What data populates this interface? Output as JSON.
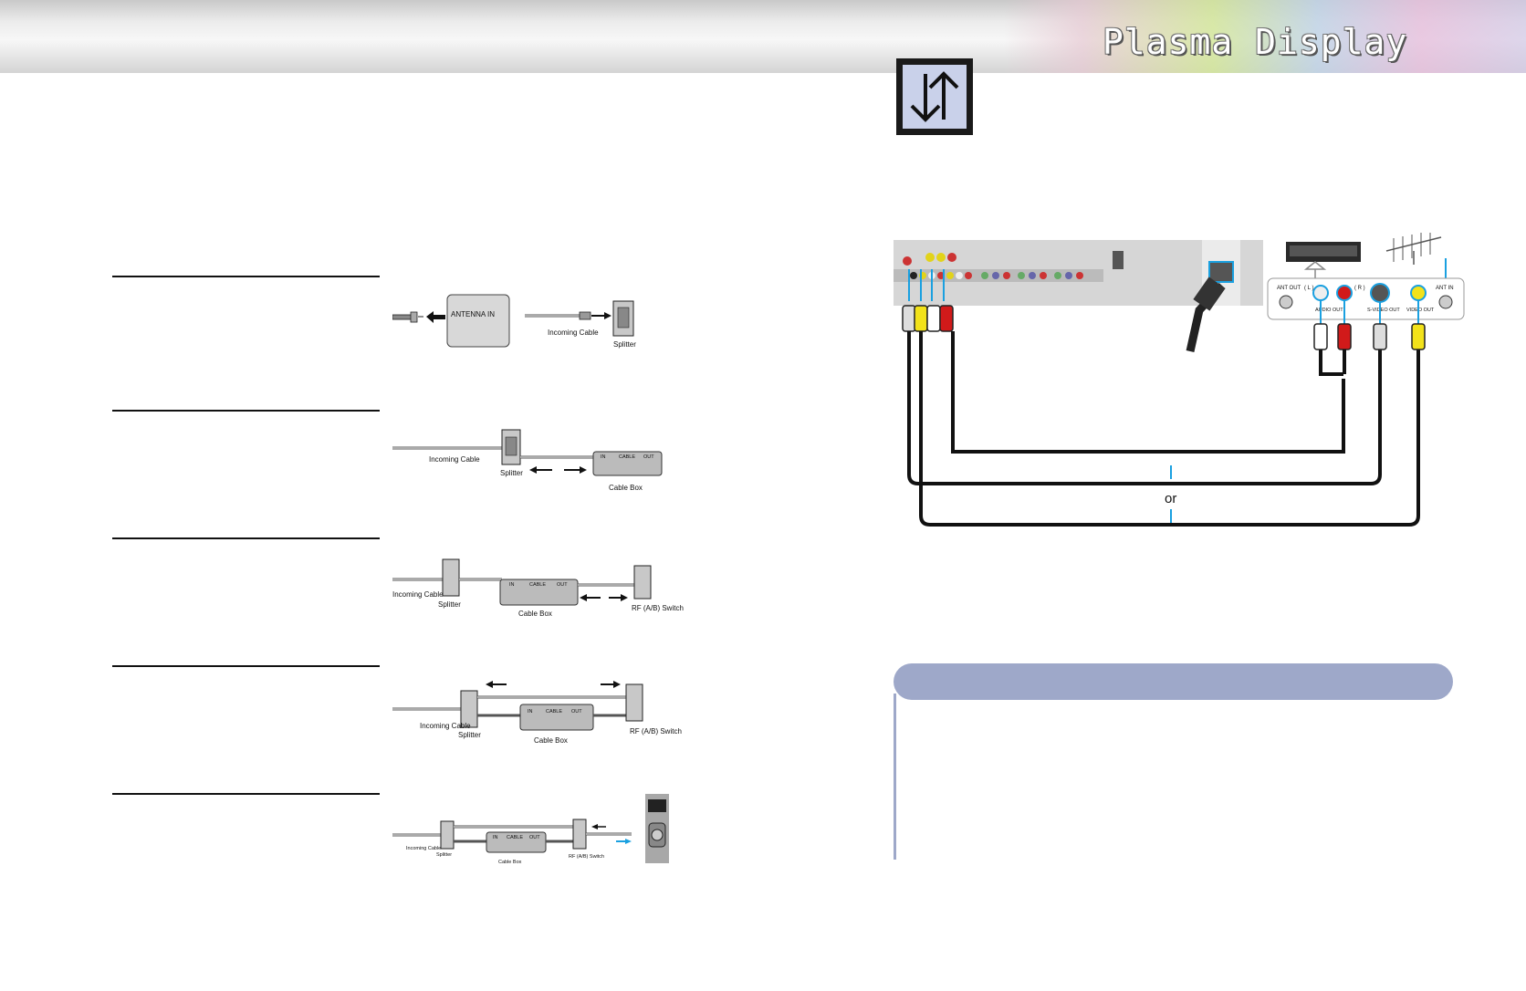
{
  "header": {
    "title": "Plasma Display"
  },
  "icons": {
    "connection_icon": "up-down-arrows-icon"
  },
  "diagrams": {
    "d1": {
      "antenna_in": "ANTENNA IN",
      "incoming_cable": "Incoming Cable",
      "splitter": "Splitter"
    },
    "d2": {
      "incoming_cable": "Incoming Cable",
      "splitter": "Splitter",
      "cable_box": "Cable Box",
      "in": "IN",
      "cable": "CABLE",
      "out": "OUT"
    },
    "d3": {
      "incoming_cable": "Incoming Cable",
      "splitter": "Splitter",
      "cable_box": "Cable Box",
      "in": "IN",
      "cable": "CABLE",
      "out": "OUT",
      "rf_switch": "RF (A/B) Switch"
    },
    "d4": {
      "incoming_cable": "Incoming Cable",
      "splitter": "Splitter",
      "cable_box": "Cable Box",
      "in": "IN",
      "cable": "CABLE",
      "out": "OUT",
      "rf_switch": "RF (A/B) Switch"
    },
    "d5": {
      "incoming_cable": "Incoming Cable",
      "splitter": "Splitter",
      "cable_box": "Cable Box",
      "in": "IN",
      "cable": "CABLE",
      "out": "OUT",
      "rf_switch": "RF (A/B) Switch"
    }
  },
  "connection": {
    "ant_out": "ANT OUT",
    "ant_in": "ANT IN",
    "left": "( L )",
    "right": "( R )",
    "audio_out": "AUDIO OUT",
    "svideo_out": "S-VIDEO OUT",
    "video_out": "VIDEO OUT",
    "or": "or"
  },
  "colors": {
    "accent_blue": "#1aa0e0",
    "note_bar": "#9ea8c9",
    "icon_bg": "#c9d1ea",
    "red_plug": "#d11a1a",
    "yellow_plug": "#f2e21a"
  }
}
